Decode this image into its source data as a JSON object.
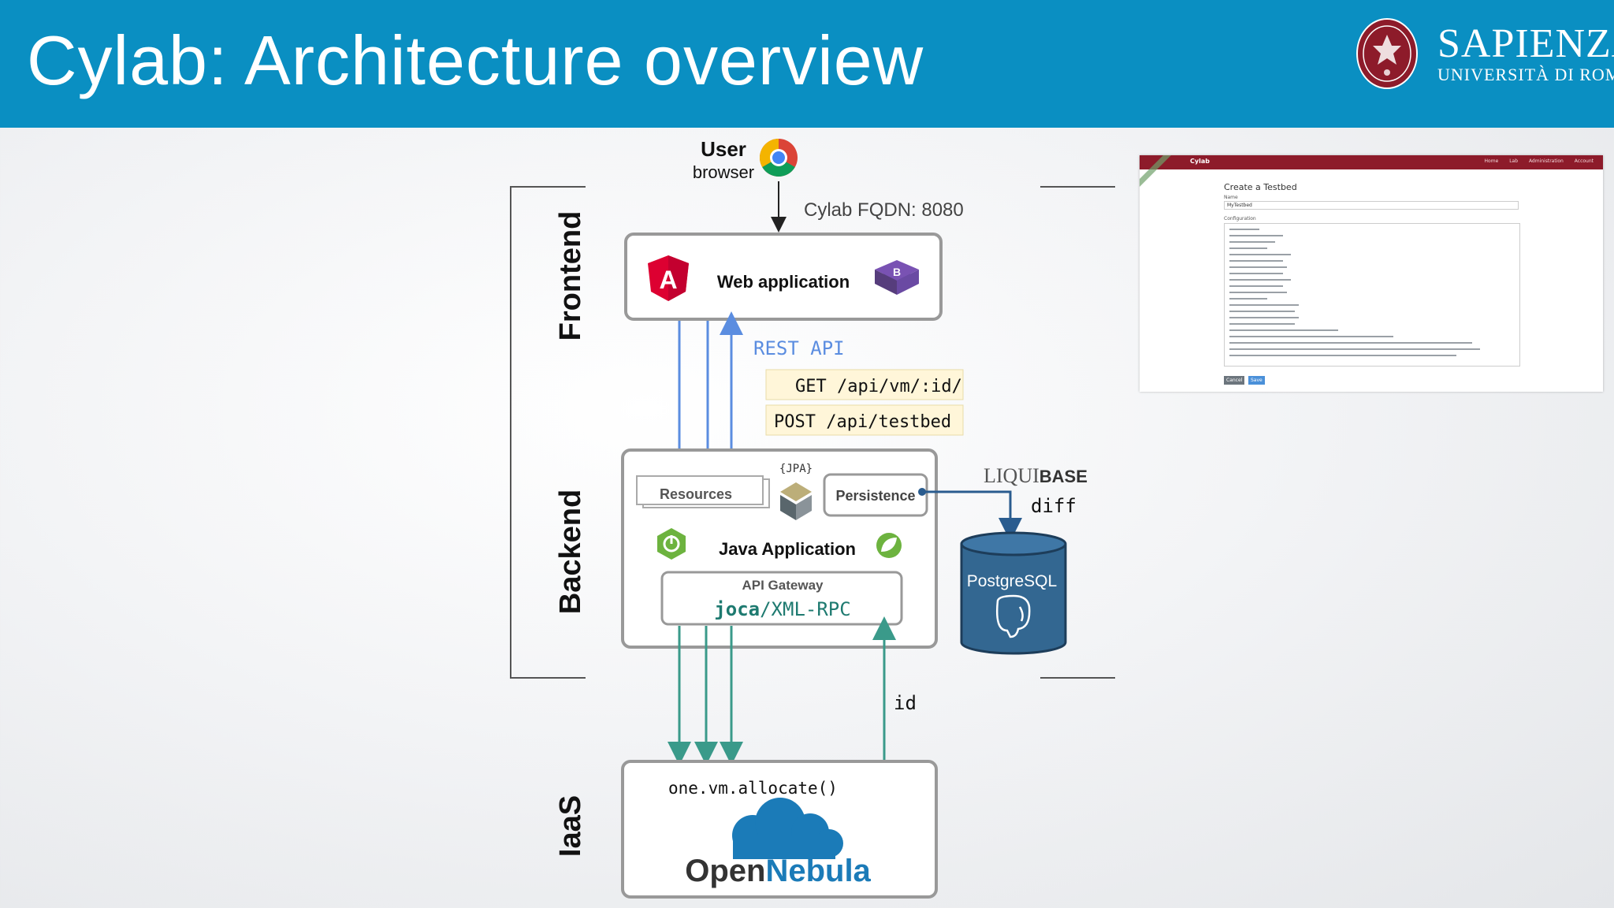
{
  "header": {
    "title_bold": "Cylab:",
    "title_rest": "Architecture overview",
    "university": "SAPIENZA",
    "university_sub": "UNIVERSITÀ DI ROMA",
    "colors": {
      "header_bg": "#0a8fc2",
      "logo_red": "#8d1b2a"
    }
  },
  "diagram": {
    "layers": {
      "frontend": "Frontend",
      "backend": "Backend",
      "iaas": "IaaS"
    },
    "user_label": "User",
    "browser_label": "browser",
    "fqdn": "Cylab FQDN: 8080",
    "web_app": "Web application",
    "rest_api": "REST API",
    "endpoints": [
      "GET /api/vm/:id/",
      "POST /api/testbed"
    ],
    "jpa": "{JPA}",
    "resources": "Resources",
    "persistence": "Persistence",
    "liquibase_a": "LIQUI",
    "liquibase_b": "BASE",
    "diff": "diff",
    "java_app": "Java Application",
    "api_gateway": "API Gateway",
    "joca_a": "joca",
    "joca_b": "/XML-RPC",
    "postgres": "PostgreSQL",
    "id_label": "id",
    "allocate": "one.vm.allocate()",
    "opennebula_a": "Open",
    "opennebula_b": "Nebula",
    "colors": {
      "blue_arrow": "#5b8de0",
      "teal_arrow": "#3a9a8a",
      "endpoint_bg": "#fff6d9",
      "pg_blue": "#336791",
      "nebula_blue": "#1b7bb8"
    }
  },
  "screenshot": {
    "brand": "Cylab",
    "nav": [
      "Home",
      "Lab",
      "Administration",
      "Account"
    ],
    "heading": "Create a Testbed",
    "name_label": "Name",
    "name_value": "MyTestbed",
    "config_label": "Configuration",
    "cancel": "Cancel",
    "save": "Save"
  }
}
